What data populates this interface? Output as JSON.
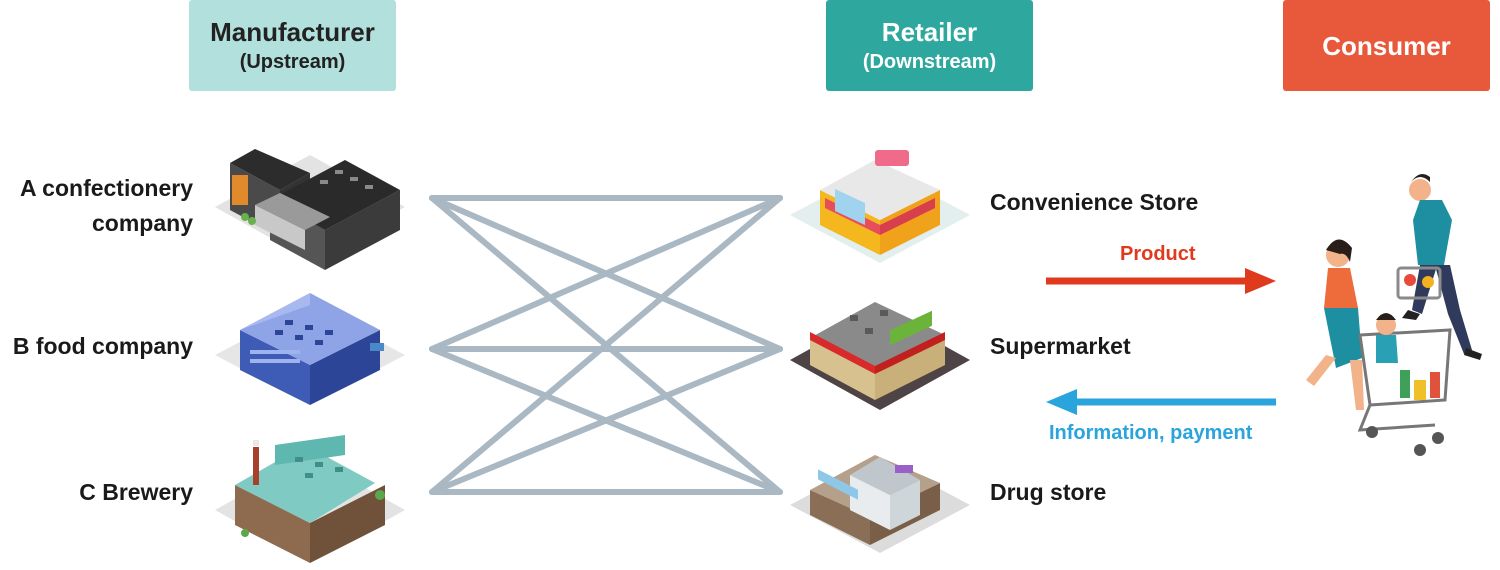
{
  "headers": {
    "manufacturer": {
      "title": "Manufacturer",
      "sub": "(Upstream)"
    },
    "retailer": {
      "title": "Retailer",
      "sub": "(Downstream)"
    },
    "consumer": {
      "title": "Consumer"
    }
  },
  "manufacturers": [
    {
      "label_line1": "A confectionery",
      "label_line2": "company",
      "icon": "factory-icon"
    },
    {
      "label": "B food company",
      "icon": "factory-icon"
    },
    {
      "label": "C Brewery",
      "icon": "brewery-icon"
    }
  ],
  "retailers": [
    {
      "label": "Convenience Store",
      "icon": "convenience-store-icon"
    },
    {
      "label": "Supermarket",
      "icon": "supermarket-icon"
    },
    {
      "label": "Drug store",
      "icon": "drug-store-icon"
    }
  ],
  "flows": {
    "product": "Product",
    "info": "Information, payment"
  },
  "colors": {
    "manufacturer_header": "#b2e0dc",
    "retailer_header": "#2ea79e",
    "consumer_header": "#e8593b",
    "connector": "#a9b8c3",
    "product_arrow": "#e03a1e",
    "info_arrow": "#2aa4dc"
  }
}
